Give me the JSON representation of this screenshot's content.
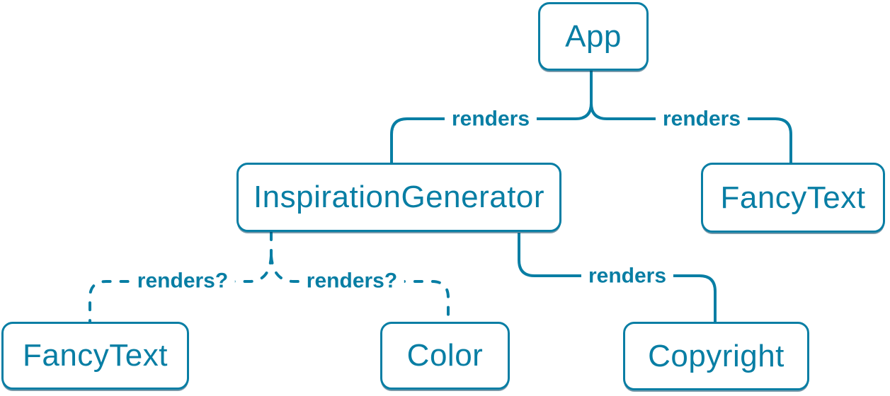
{
  "diagram": {
    "type": "component-render-tree",
    "accent_color": "#087ea4",
    "background_color": "#ffffff",
    "nodes": [
      {
        "id": "app",
        "label": "App"
      },
      {
        "id": "inspiration-generator",
        "label": "InspirationGenerator"
      },
      {
        "id": "fancy-text-right",
        "label": "FancyText"
      },
      {
        "id": "fancy-text-left",
        "label": "FancyText"
      },
      {
        "id": "color",
        "label": "Color"
      },
      {
        "id": "copyright",
        "label": "Copyright"
      }
    ],
    "edges": [
      {
        "from": "App",
        "to": "InspirationGenerator",
        "label": "renders",
        "style": "solid"
      },
      {
        "from": "App",
        "to": "FancyText",
        "label": "renders",
        "style": "solid"
      },
      {
        "from": "InspirationGenerator",
        "to": "FancyText",
        "label": "renders?",
        "style": "dashed"
      },
      {
        "from": "InspirationGenerator",
        "to": "Color",
        "label": "renders?",
        "style": "dashed"
      },
      {
        "from": "InspirationGenerator",
        "to": "Copyright",
        "label": "renders",
        "style": "solid"
      }
    ]
  }
}
